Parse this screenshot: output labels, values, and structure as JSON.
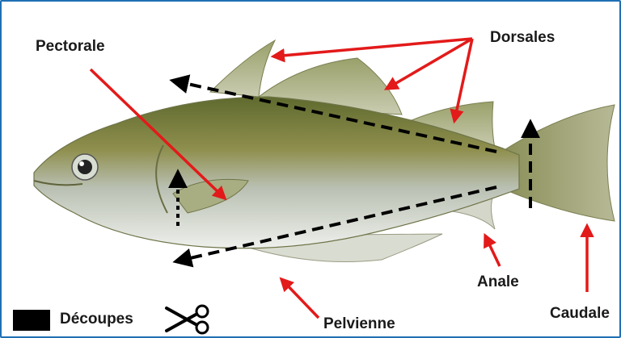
{
  "labels": {
    "pectorale": "Pectorale",
    "dorsales": "Dorsales",
    "anale": "Anale",
    "caudale": "Caudale",
    "pelvienne": "Pelvienne"
  },
  "legend": {
    "text": "Découpes",
    "icon": "scissors-icon"
  },
  "colors": {
    "arrow": "#e31a1a",
    "frame": "#1f6fb4",
    "cut_line": "#000000",
    "fish_back": "#6f7a3a",
    "fish_belly": "#e8ebe4"
  }
}
